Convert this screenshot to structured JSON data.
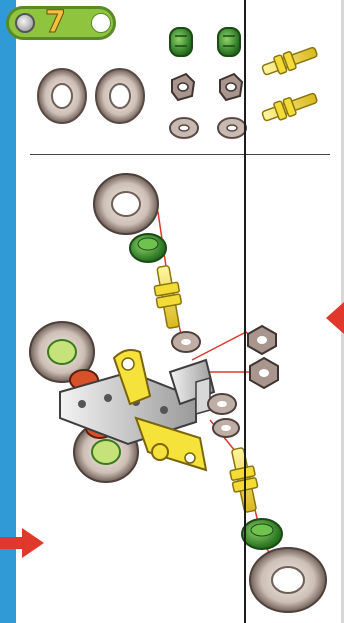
{
  "step": {
    "number": "7"
  },
  "colors": {
    "frame": "#2f9ad6",
    "badge": "#8fc43f",
    "number": "#f4c13c",
    "arrow": "#e0382b",
    "tire": "#d8cdc4",
    "green_part": "#3a9a2e",
    "yellow_part": "#f5e23a",
    "nut": "#9a8a84"
  },
  "parts_inventory": {
    "wheels": {
      "count": 2,
      "icon": "tire-icon"
    },
    "green_hubs": {
      "count": 2,
      "icon": "green-hub-icon"
    },
    "hex_nuts": {
      "count": 2,
      "icon": "hex-nut-icon"
    },
    "washers": {
      "count": 2,
      "icon": "washer-icon"
    },
    "yellow_axles": {
      "count": 2,
      "icon": "axle-icon"
    }
  },
  "navigation": {
    "prev_icon": "arrow-left-icon",
    "next_icon": "arrow-right-icon"
  }
}
